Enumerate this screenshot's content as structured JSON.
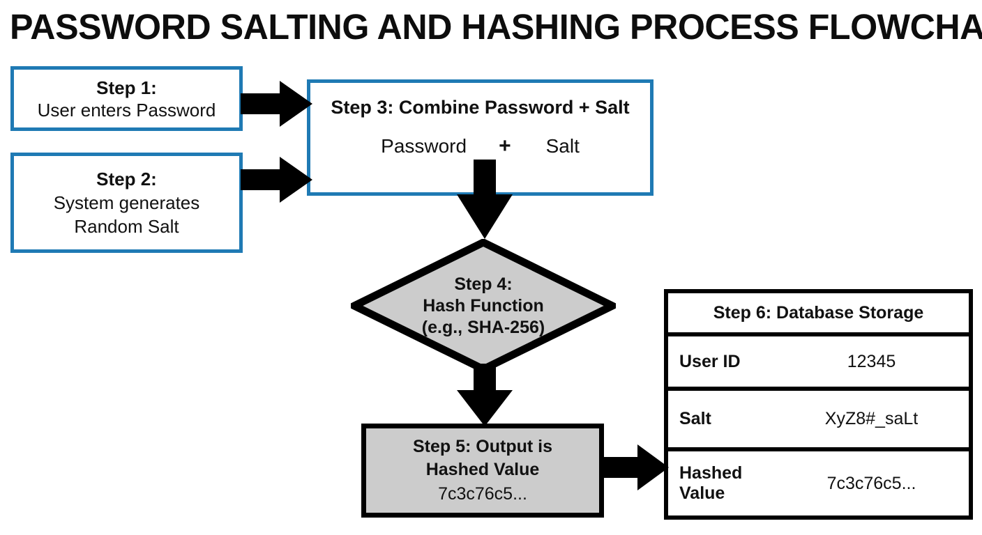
{
  "title": "PASSWORD SALTING AND HASHING PROCESS FLOWCHART",
  "colors": {
    "accent_blue": "#1f7ab4",
    "node_gray": "#cccccc",
    "stroke_black": "#000000",
    "background": "#ffffff"
  },
  "nodes": {
    "step1": {
      "heading": "Step 1:",
      "body": "User enters Password"
    },
    "step2": {
      "heading": "Step 2:",
      "body_line1": "System generates",
      "body_line2": "Random Salt"
    },
    "step3": {
      "heading": "Step 3: Combine Password + Salt",
      "term_left": "Password",
      "operator": "+",
      "term_right": "Salt"
    },
    "step4": {
      "line1": "Step 4:",
      "line2": "Hash Function",
      "line3": "(e.g., SHA-256)"
    },
    "step5": {
      "line1": "Step 5: Output is",
      "line2": "Hashed Value",
      "value": "7c3c76c5..."
    },
    "step6": {
      "header": "Step 6: Database Storage",
      "rows": [
        {
          "label": "User ID",
          "value": "12345"
        },
        {
          "label": "Salt",
          "value": "XyZ8#_saLt"
        },
        {
          "label": "Hashed\nValue",
          "label_line1": "Hashed",
          "label_line2": "Value",
          "value": "7c3c76c5..."
        }
      ]
    }
  },
  "connectors": [
    {
      "name": "step1-to-step3",
      "direction": "right"
    },
    {
      "name": "step2-to-step3",
      "direction": "right"
    },
    {
      "name": "step3-to-step4",
      "direction": "down"
    },
    {
      "name": "step4-to-step5",
      "direction": "down"
    },
    {
      "name": "step5-to-step6",
      "direction": "right"
    }
  ]
}
